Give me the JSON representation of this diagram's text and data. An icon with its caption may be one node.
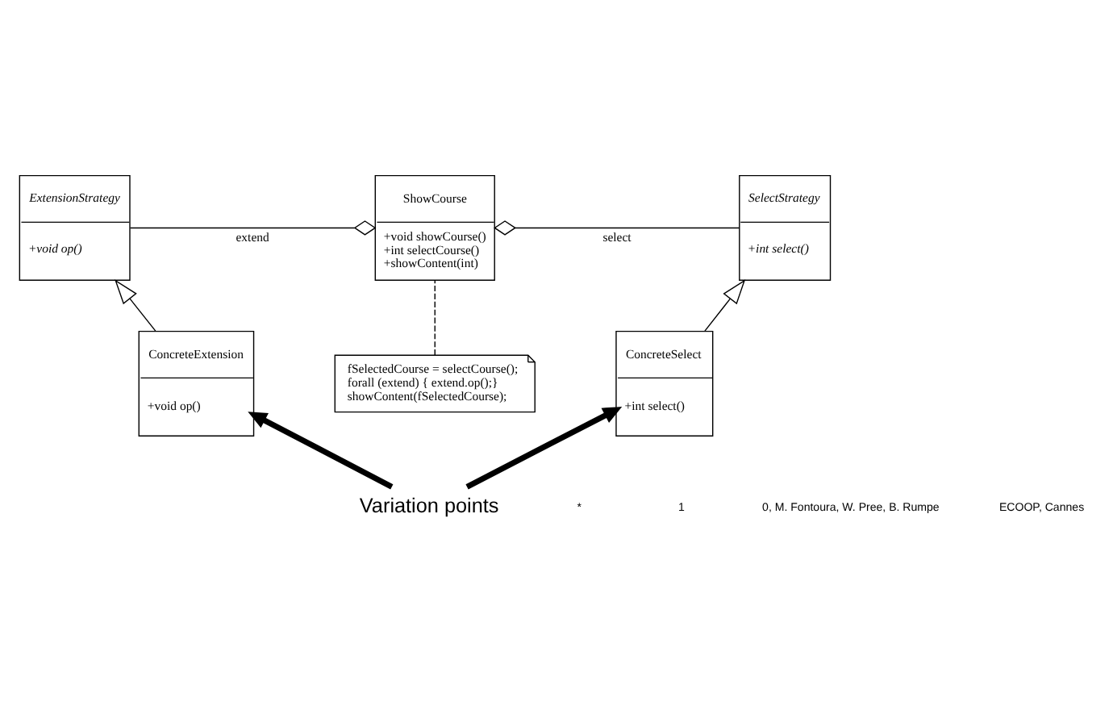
{
  "diagram": {
    "nodes": [
      {
        "text": [
          "ExtensionStrategy",
          "+void op()"
        ]
      },
      {
        "text": [
          "ShowCourse",
          "+void showCourse()",
          "+int selectCourse()",
          "+showContent(int)"
        ]
      },
      {
        "text": [
          "SelectStrategy",
          "+int select()"
        ]
      },
      {
        "text": [
          "fSelectedCourse = selectCourse();",
          "forall (extend) { extend.op();}",
          "showContent(fSelectedCourse);"
        ]
      },
      {
        "text": [
          "ConcreteExtension",
          "+void op()"
        ]
      },
      {
        "text": [
          "ConcreteSelect",
          "+int select()"
        ]
      },
      {
        "text": [
          "Variation points"
        ]
      }
    ],
    "edges": [
      {
        "from": 1,
        "to": 0,
        "arrow": "other",
        "label": "extend"
      },
      {
        "from": 1,
        "to": 2,
        "arrow": "other",
        "label": "select"
      },
      {
        "from": 4,
        "to": 0,
        "arrow": "to"
      },
      {
        "from": 5,
        "to": 2,
        "arrow": "to"
      },
      {
        "from": 3,
        "to": 1,
        "arrow": "none",
        "style": "dashed"
      },
      {
        "from": 6,
        "to": 4,
        "arrow": "to",
        "style": "thick"
      },
      {
        "from": 6,
        "to": 5,
        "arrow": "to",
        "style": "thick"
      }
    ],
    "labels": [
      "*",
      "1",
      "0, M. Fontoura, W. Pree, B. Rumpe",
      "ECOOP, Cannes"
    ]
  }
}
